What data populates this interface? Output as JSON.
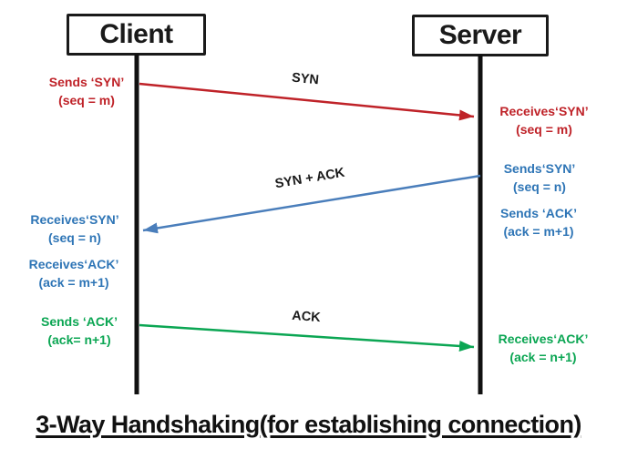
{
  "title": "3-Way Handshaking(for establishing connection)",
  "actors": {
    "client": "Client",
    "server": "Server"
  },
  "colors": {
    "syn": "#bf2228",
    "syn_ack": "#4a7ebb",
    "ack": "#0ba653",
    "lifeline": "#111111"
  },
  "messages": {
    "syn": {
      "label": "SYN",
      "from": "Client",
      "to": "Server"
    },
    "syn_ack": {
      "label": "SYN + ACK",
      "from": "Server",
      "to": "Client"
    },
    "ack": {
      "label": "ACK",
      "from": "Client",
      "to": "Server"
    }
  },
  "notes": {
    "client_sends_syn": {
      "line1": "Sends ‘SYN’",
      "line2": "(seq = m)"
    },
    "server_receives_syn": {
      "line1": "Receives‘SYN’",
      "line2": "(seq = m)"
    },
    "server_sends_syn": {
      "line1": "Sends‘SYN’",
      "line2": "(seq = n)"
    },
    "server_sends_ack": {
      "line1": "Sends ‘ACK’",
      "line2": "(ack = m+1)"
    },
    "client_receives_syn": {
      "line1": "Receives‘SYN’",
      "line2": "(seq = n)"
    },
    "client_receives_ack": {
      "line1": "Receives‘ACK’",
      "line2": "(ack = m+1)"
    },
    "client_sends_ack": {
      "line1": "Sends ‘ACK’",
      "line2": "(ack= n+1)"
    },
    "server_receives_ack": {
      "line1": "Receives‘ACK’",
      "line2": "(ack = n+1)"
    }
  }
}
